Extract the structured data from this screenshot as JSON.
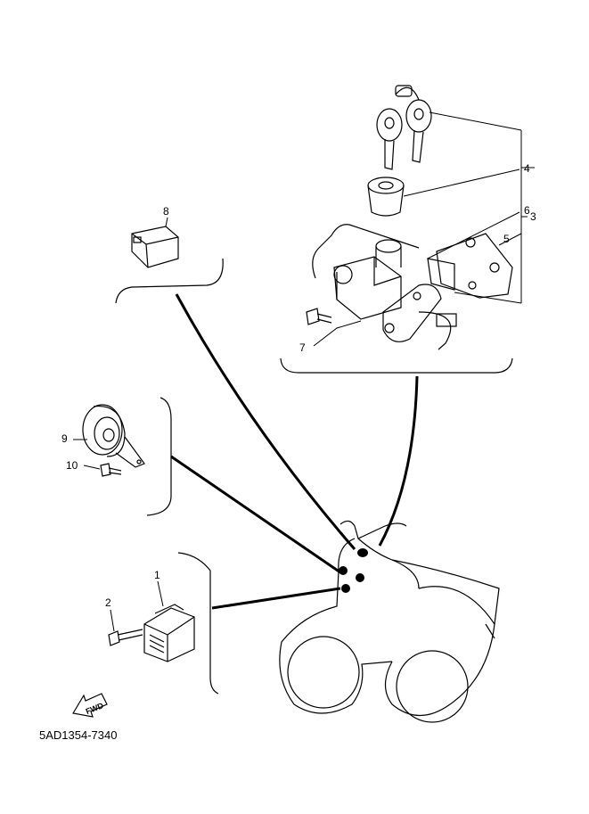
{
  "diagram_code": "5AD1354-7340",
  "fwd_label": "FWD",
  "callouts": [
    {
      "id": "1",
      "label": "1"
    },
    {
      "id": "2",
      "label": "2"
    },
    {
      "id": "3",
      "label": "3"
    },
    {
      "id": "4",
      "label": "4"
    },
    {
      "id": "5",
      "label": "5"
    },
    {
      "id": "6",
      "label": "6"
    },
    {
      "id": "7",
      "label": "7"
    },
    {
      "id": "8",
      "label": "8"
    },
    {
      "id": "9",
      "label": "9"
    },
    {
      "id": "10",
      "label": "10"
    }
  ]
}
